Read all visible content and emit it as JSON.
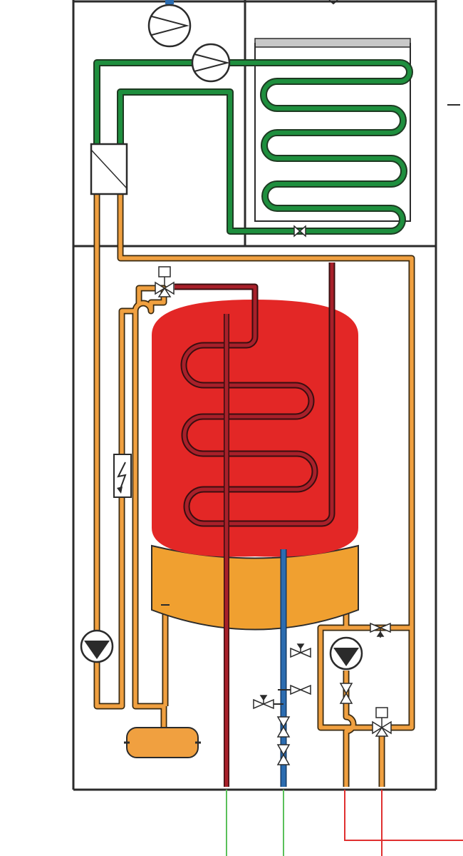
{
  "diagram": {
    "components": [
      {
        "id": "circulation-pump-top",
        "kind": "circulation-pump"
      },
      {
        "id": "circulation-pump-heating",
        "kind": "circulation-pump"
      },
      {
        "id": "plate-heat-exchanger",
        "kind": "heat-exchanger"
      },
      {
        "id": "underfloor-heating-coil",
        "kind": "coil"
      },
      {
        "id": "buffer-storage-tank",
        "kind": "storage-tank"
      },
      {
        "id": "tank-heat-coil",
        "kind": "coil"
      },
      {
        "id": "electric-heater",
        "kind": "electric-heating-element"
      },
      {
        "id": "primary-pump",
        "kind": "pump"
      },
      {
        "id": "secondary-pump",
        "kind": "pump"
      },
      {
        "id": "expansion-vessel",
        "kind": "expansion-vessel"
      },
      {
        "id": "three-way-valve-top",
        "kind": "motorized-3-way-valve"
      },
      {
        "id": "three-way-valve-bottom",
        "kind": "motorized-3-way-valve"
      }
    ],
    "colors": {
      "outline": "#2b2b2b",
      "heating_circuit": "#1e8f3e",
      "heat_pump_circuit": "#f0a040",
      "hot_water_pipe": "#a8202a",
      "cold_water_pipe": "#2b6cb0",
      "storage_tank": "#e32726",
      "tank_jacket": "#f0a030",
      "external_hot_lines": "#e03030",
      "external_cold_lines": "#5ac05a",
      "tray": "#c8c8c8"
    }
  }
}
